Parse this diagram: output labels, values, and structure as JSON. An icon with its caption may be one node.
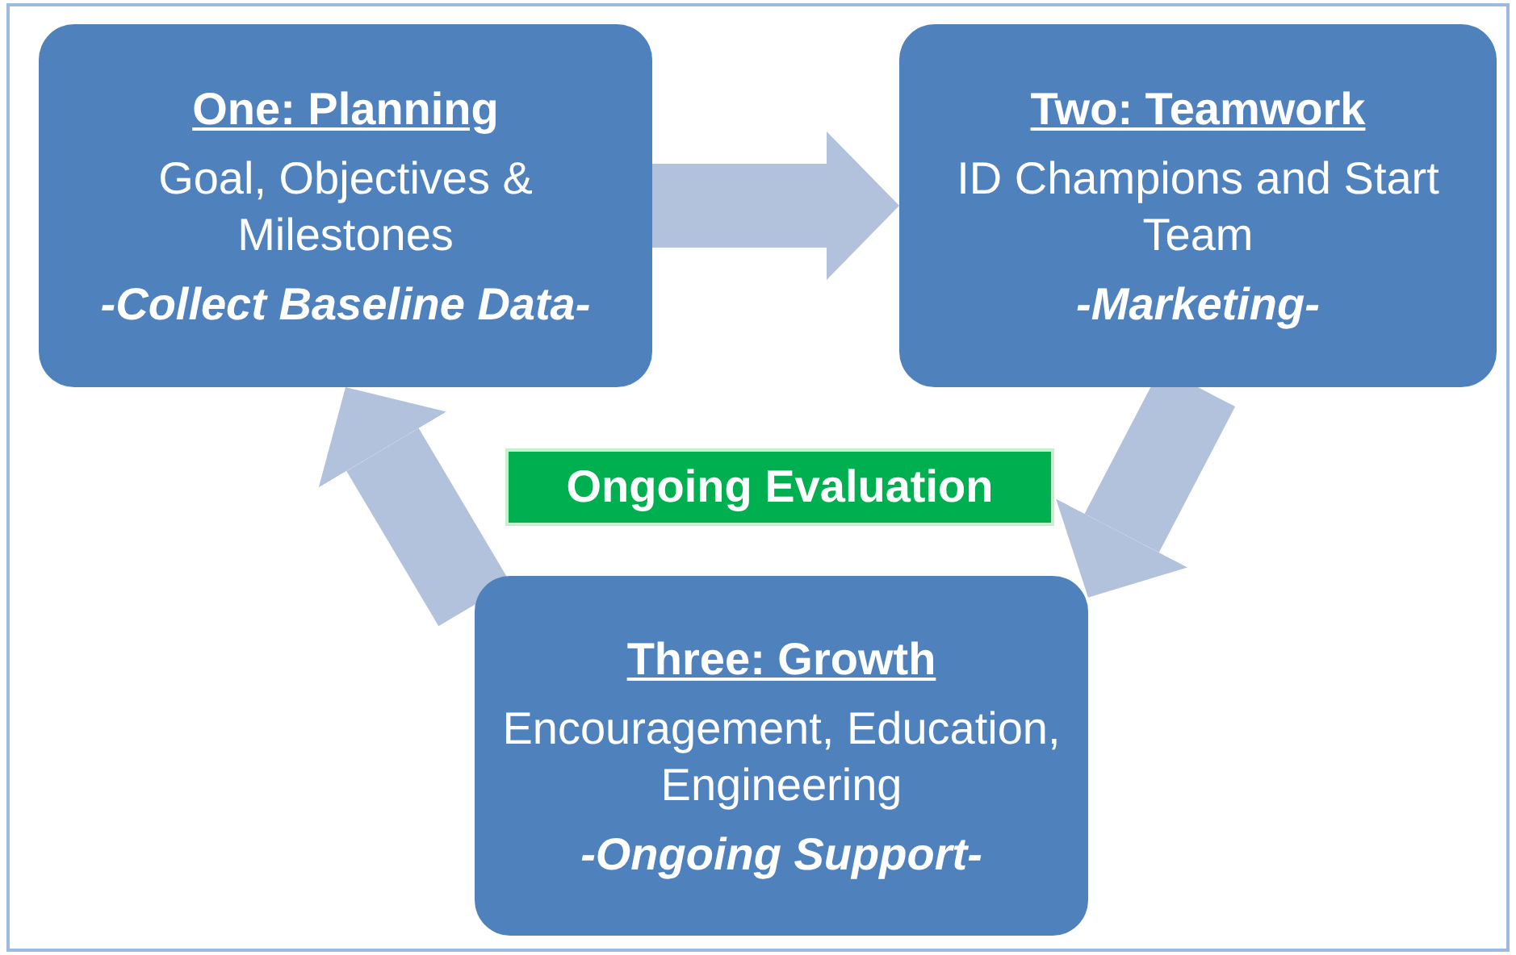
{
  "diagram": {
    "nodes": [
      {
        "text": [
          "One: Planning",
          "Goal, Objectives & Milestones",
          "-Collect Baseline Data-"
        ]
      },
      {
        "text": [
          "Two: Teamwork",
          "ID Champions and Start Team",
          "-Marketing-"
        ]
      },
      {
        "text": [
          "Ongoing Evaluation"
        ]
      },
      {
        "text": [
          "Three: Growth",
          "Encouragement, Education, Engineering",
          "-Ongoing Support-"
        ]
      }
    ],
    "edges": [
      {
        "from": 0,
        "to": 1,
        "arrow": "to"
      },
      {
        "from": 1,
        "to": 3,
        "arrow": "to"
      },
      {
        "from": 3,
        "to": 0,
        "arrow": "to"
      }
    ]
  }
}
